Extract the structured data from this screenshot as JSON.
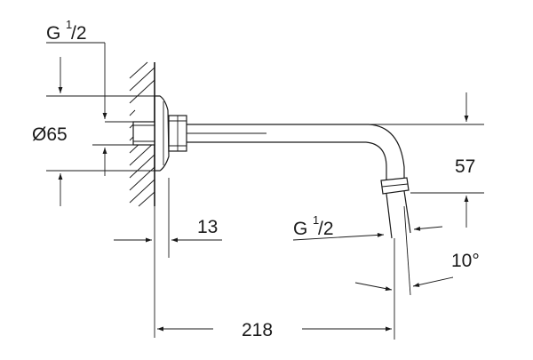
{
  "labels": {
    "thread_top_main": "G",
    "thread_top_num": "1",
    "thread_top_den": "/2",
    "diameter": "Ø65",
    "thread_outlet_main": "G",
    "thread_outlet_num": "1",
    "thread_outlet_den": "/2",
    "offset_13": "13",
    "height_57": "57",
    "angle": "10°",
    "length_218": "218"
  },
  "colors": {
    "line": "#1a1a1a",
    "background": "#ffffff"
  }
}
